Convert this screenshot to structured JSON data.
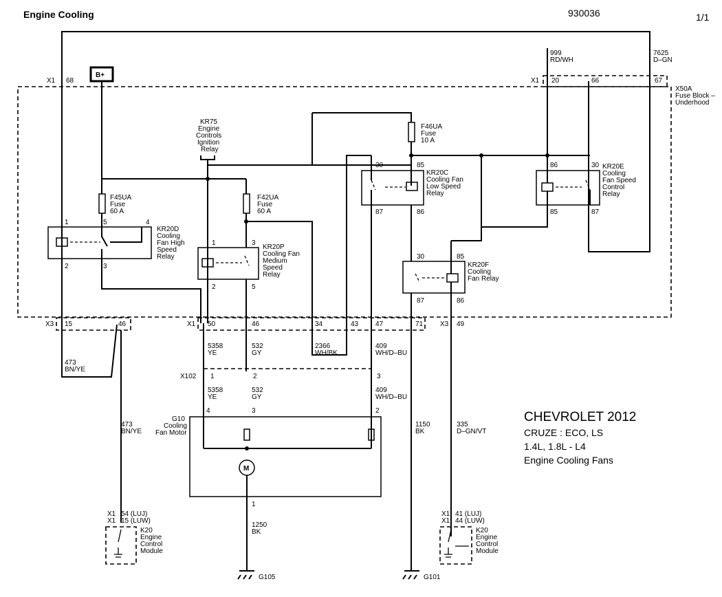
{
  "header": {
    "title": "Engine Cooling",
    "diagram_number": "930036",
    "page": "1/1"
  },
  "info": {
    "make_year": "CHEVROLET 2012",
    "model": "CRUZE : ECO, LS",
    "engine": "1.4L, 1.8L  -  L4",
    "system": "Engine Cooling Fans"
  },
  "connectors": {
    "x1_top": "X1",
    "x1_68": "68",
    "x1_right": "X1",
    "x1_20": "20",
    "x1_66": "66",
    "x1_67": "67",
    "x3_left": "X3",
    "x3_15": "15",
    "x3_46": "46",
    "x1_mid": "X1",
    "x1_50": "50",
    "x1_46": "46",
    "x1_34": "34",
    "x1_43": "43",
    "x1_47": "47",
    "x1_71": "71",
    "x3_right": "X3",
    "x3_49": "49",
    "x102": "X102",
    "x102_1": "1",
    "x102_2": "2",
    "x102_3": "3"
  },
  "fuse_block": {
    "id": "X50A",
    "name1": "Fuse Block –",
    "name2": "Underhood"
  },
  "power": {
    "bplus": "B+"
  },
  "wires": {
    "w999": "999",
    "w999c": "RD/WH",
    "w7625": "7625",
    "w7625c": "D–GN",
    "w473a": "473",
    "w473ac": "BN/YE",
    "w473b": "473",
    "w473bc": "BN/YE",
    "w5358a": "5358",
    "w5358ac": "YE",
    "w5358b": "5358",
    "w5358bc": "YE",
    "w532a": "532",
    "w532ac": "GY",
    "w532b": "532",
    "w532bc": "GY",
    "w2366": "2366",
    "w2366c": "WH/BK",
    "w409a": "409",
    "w409ac": "WH/D–BU",
    "w409b": "409",
    "w409bc": "WH/D–BU",
    "w1150": "1150",
    "w1150c": "BK",
    "w335": "335",
    "w335c": "D–GN/VT",
    "w1250": "1250",
    "w1250c": "BK"
  },
  "components": {
    "kr75": [
      "KR75",
      "Engine",
      "Controls",
      "Ignition",
      "Relay"
    ],
    "f46ua": [
      "F46UA",
      "Fuse",
      "10 A"
    ],
    "f45ua": [
      "F45UA",
      "Fuse",
      "60 A"
    ],
    "f42ua": [
      "F42UA",
      "Fuse",
      "60 A"
    ],
    "kr20c": [
      "KR20C",
      "Cooling Fan",
      "Low Speed",
      "Relay"
    ],
    "kr20e": [
      "KR20E",
      "Cooling",
      "Fan Speed",
      "Control",
      "Relay"
    ],
    "kr20d": [
      "KR20D",
      "Cooling",
      "Fan High",
      "Speed",
      "Relay"
    ],
    "kr20p": [
      "KR20P",
      "Cooling Fan",
      "Medium",
      "Speed",
      "Relay"
    ],
    "kr20f": [
      "KR20F",
      "Cooling",
      "Fan Relay"
    ],
    "g10": [
      "G10",
      "Cooling",
      "Fan Motor"
    ],
    "k20a": [
      "K20",
      "Engine",
      "Control",
      "Module"
    ],
    "k20b": [
      "K20",
      "Engine",
      "Control",
      "Module"
    ]
  },
  "pins": {
    "c30": "30",
    "c85": "85",
    "c87": "87",
    "c86": "86",
    "e86": "86",
    "e30": "30",
    "e85": "85",
    "e87": "87",
    "d1": "1",
    "d5": "5",
    "d4": "4",
    "d2": "2",
    "d3": "3",
    "p1": "1",
    "p3": "3",
    "p2": "2",
    "p5": "5",
    "f30": "30",
    "f85": "85",
    "f87": "87",
    "f86": "86",
    "m4": "4",
    "m3": "3",
    "m2": "2",
    "m1": "1",
    "ka_x1a": "X1",
    "ka_x1b": "X1",
    "ka_p54": "54 (LUJ)",
    "ka_p15": "15 (LUW)",
    "kb_x1a": "X1",
    "kb_x1b": "X1",
    "kb_p41": "41 (LUJ)",
    "kb_p44": "44 (LUW)"
  },
  "grounds": {
    "g105": "G105",
    "g101": "G101"
  },
  "motor": {
    "symbol": "M"
  }
}
